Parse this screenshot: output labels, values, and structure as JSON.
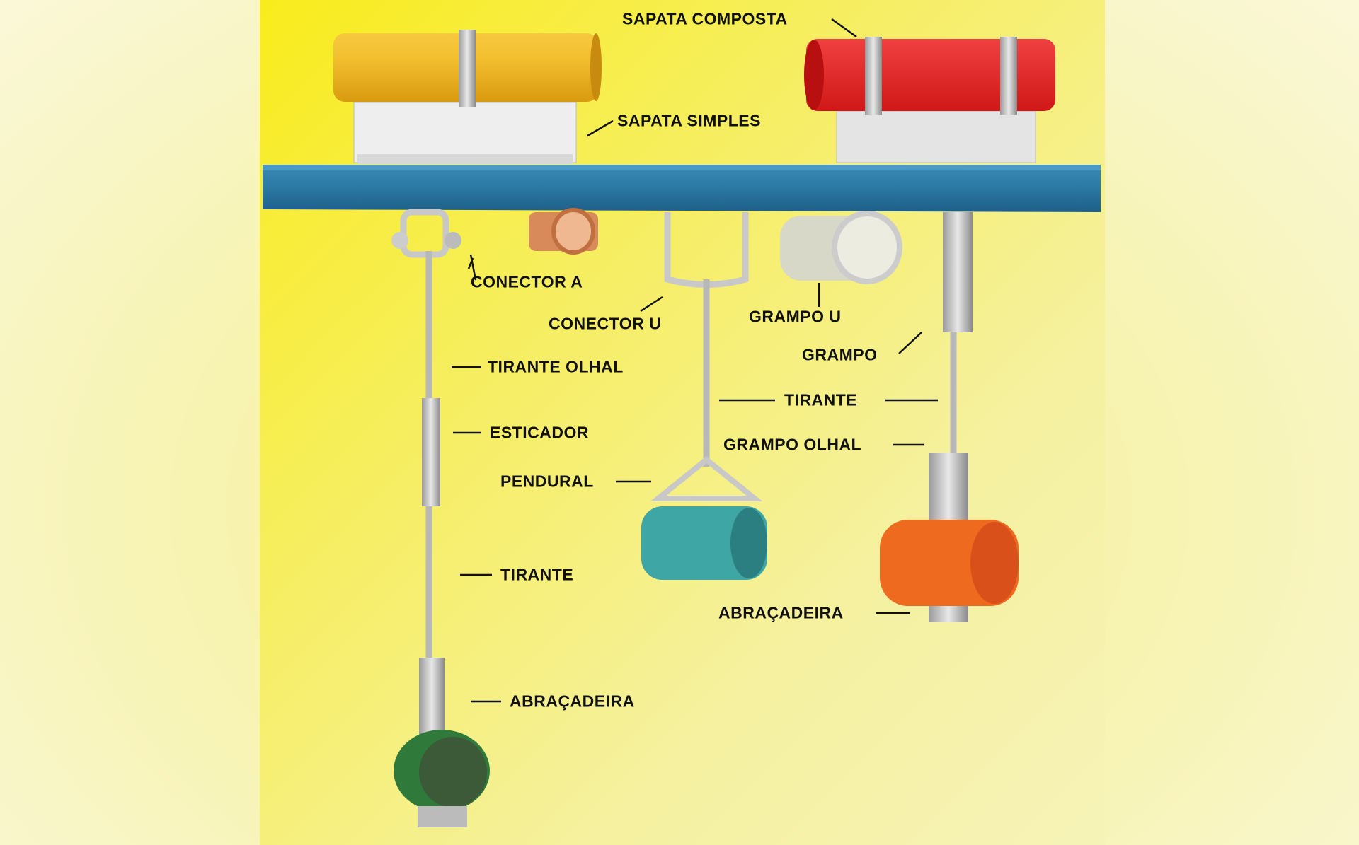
{
  "colors": {
    "background": "#f7f4b8",
    "panel": "#f6ee60",
    "beam": "#2f7fa8",
    "yellow_pipe": "#f0b01a",
    "red_pipe": "#e8252a",
    "teal_pipe": "#3fa6a6",
    "orange_pipe": "#ee6a1e",
    "green_pipe": "#2f7a3a"
  },
  "labels": {
    "sapata_composta": "SAPATA COMPOSTA",
    "sapata_simples": "SAPATA SIMPLES",
    "conector_a": "CONECTOR A",
    "conector_u": "CONECTOR U",
    "grampo_u": "GRAMPO U",
    "grampo": "GRAMPO",
    "tirante_olhal": "TIRANTE OLHAL",
    "tirante_middle": "TIRANTE",
    "esticador": "ESTICADOR",
    "grampo_olhal": "GRAMPO OLHAL",
    "pendural": "PENDURAL",
    "tirante_left": "TIRANTE",
    "abracadeira_right": "ABRAÇADEIRA",
    "abracadeira_left": "ABRAÇADEIRA"
  }
}
